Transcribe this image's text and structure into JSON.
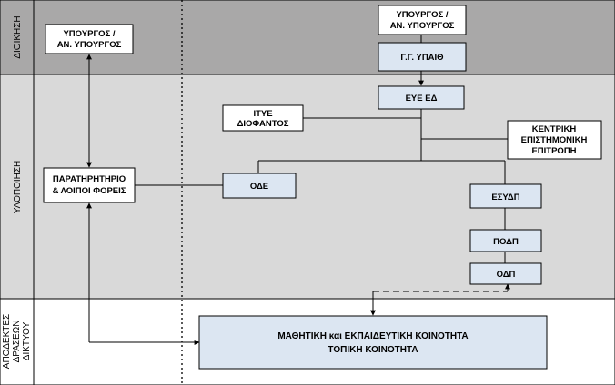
{
  "bands": {
    "administration": "ΔΙΟΙΚΗΣΗ",
    "implementation": "ΥΛΟΠΟΙΗΣΗ",
    "recipients": [
      "ΑΠΟΔΕΚΤΕΣ",
      "ΔΡΑΣΕΩΝ",
      "ΔΙΚΤΥΟΥ"
    ]
  },
  "boxes": {
    "minister_left": [
      "ΥΠΟΥΡΓΟΣ /",
      "ΑΝ. ΥΠΟΥΡΓΟΣ"
    ],
    "minister_top": [
      "ΥΠΟΥΡΓΟΣ /",
      "ΑΝ. ΥΠΟΥΡΓΟΣ"
    ],
    "gg": "Γ.Γ. ΥΠΑΙΘ",
    "eye": "ΕΥΕ ΕΔ",
    "itye": [
      "ΙΤΥΕ",
      "ΔΙΟΦΑΝΤΟΣ"
    ],
    "kee": [
      "ΚΕΝΤΡΙΚΗ",
      "ΕΠΙΣΤΗΜΟΝΙΚΗ",
      "ΕΠΙΤΡΟΠΗ"
    ],
    "observatory": [
      "ΠΑΡΑΤΗΡΗΤΗΡΙΟ",
      "& ΛΟΙΠΟΙ ΦΟΡΕΙΣ"
    ],
    "ode": "ΟΔΕ",
    "esydp": "ΕΣΥΔΠ",
    "podp": "ΠΟΔΠ",
    "odp": "ΟΔΠ",
    "community": [
      "ΜΑΘΗΤΙΚΗ και ΕΚΠΑΙΔΕΥΤΙΚΗ ΚΟΙΝΟΤΗΤΑ",
      "ΤΟΠΙΚΗ ΚΟΙΝΟΤΗΤΑ"
    ]
  },
  "colors": {
    "admin_band": "#a9a8a8",
    "impl_band": "#d9d9d9",
    "box_white": "#ffffff",
    "box_blue": "#dce6f2",
    "line": "#000000"
  }
}
